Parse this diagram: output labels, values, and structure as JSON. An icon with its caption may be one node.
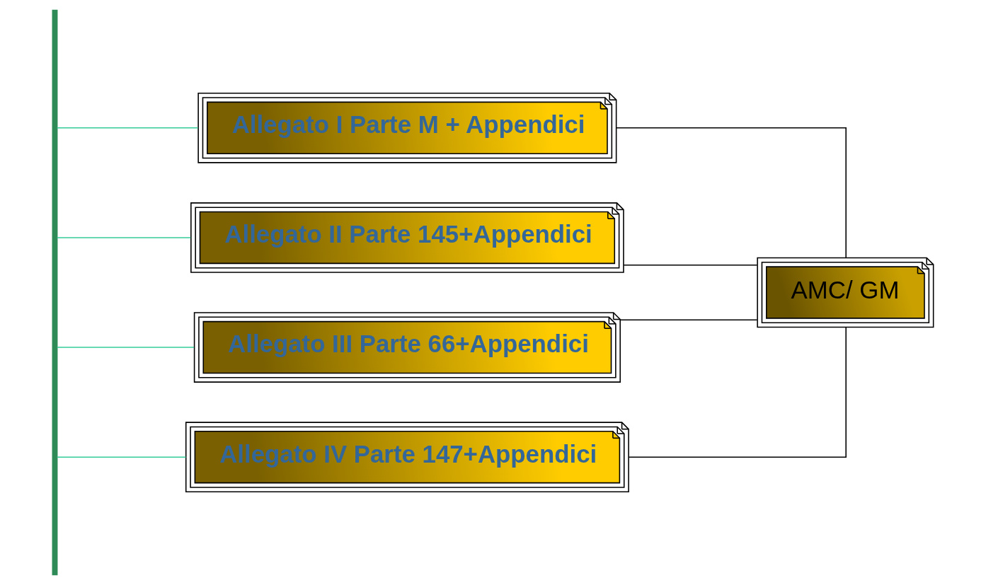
{
  "diagram": {
    "nodes": [
      {
        "text": [],
        "shape": "bar"
      },
      {
        "text": [
          "Allegato I Parte M + Appendici"
        ]
      },
      {
        "text": [
          "Allegato II Parte 145+Appendici"
        ]
      },
      {
        "text": [
          "Allegato III Parte 66+Appendici"
        ]
      },
      {
        "text": [
          "Allegato IV Parte 147+Appendici"
        ]
      },
      {
        "text": [
          "AMC/ GM"
        ]
      }
    ],
    "edges": [
      {
        "from": 0,
        "to": 1,
        "arrow": "none",
        "color": "#33cc99"
      },
      {
        "from": 0,
        "to": 2,
        "arrow": "none",
        "color": "#33cc99"
      },
      {
        "from": 0,
        "to": 3,
        "arrow": "none",
        "color": "#33cc99"
      },
      {
        "from": 0,
        "to": 4,
        "arrow": "none",
        "color": "#33cc99"
      },
      {
        "from": 1,
        "to": 5,
        "arrow": "none",
        "color": "#000000"
      },
      {
        "from": 2,
        "to": 5,
        "arrow": "none",
        "color": "#000000"
      },
      {
        "from": 3,
        "to": 5,
        "arrow": "none",
        "color": "#000000"
      },
      {
        "from": 4,
        "to": 5,
        "arrow": "none",
        "color": "#000000"
      }
    ]
  }
}
